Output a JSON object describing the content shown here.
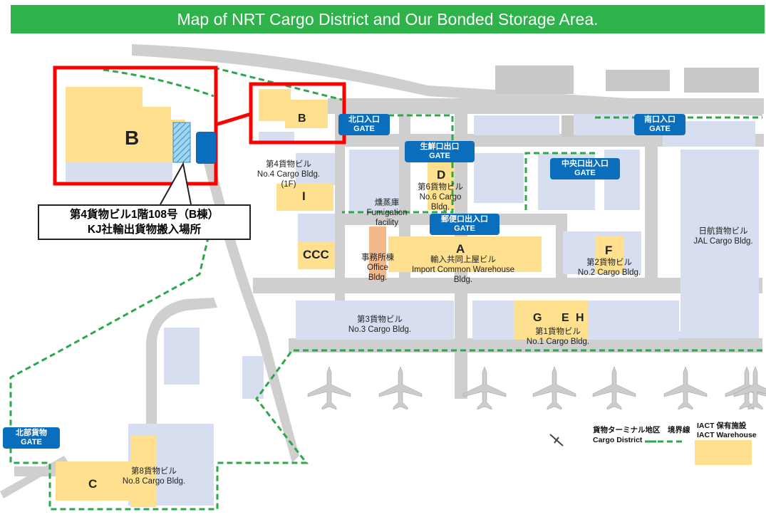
{
  "title": "Map of NRT Cargo District and Our Bonded Storage Area.",
  "colors": {
    "banner": "#2db34a",
    "bonded": "#ffe08e",
    "building": "#d7def0",
    "road": "#cfcfcf",
    "gate": "#0a6ebd",
    "highlight": "#ff0000",
    "district_line": "#2aa84a"
  },
  "callout": {
    "line1": "第4貨物ビル1階108号（B棟）",
    "line2": "KJ社輸出貨物搬入場所"
  },
  "inset": {
    "label": "B"
  },
  "buildings": {
    "b": {
      "label": "B"
    },
    "no4": {
      "jp": "第4貨物ビル",
      "en": "No.4 Cargo Bldg.",
      "floor": "(1F)",
      "letter": "I"
    },
    "ccc": {
      "label": "CCC"
    },
    "fumigation": {
      "jp": "燻蒸庫",
      "en1": "Fumigation",
      "en2": "facility"
    },
    "office": {
      "jp": "事務所棟",
      "en1": "Office",
      "en2": "Bldg."
    },
    "no6": {
      "letter": "D",
      "jp": "第6貨物ビル",
      "en1": "No.6 Cargo",
      "en2": "Bldg."
    },
    "import": {
      "letter": "A",
      "jp": "輸入共同上屋ビル",
      "en1": "Import Common Warehouse",
      "en2": "Bldg."
    },
    "no2": {
      "letter": "F",
      "jp": "第2貨物ビル",
      "en": "No.2 Cargo Bldg."
    },
    "jal": {
      "jp": "日航貨物ビル",
      "en": "JAL Cargo Bldg."
    },
    "no3": {
      "jp": "第3貨物ビル",
      "en": "No.3 Cargo Bldg."
    },
    "no1": {
      "g": "G",
      "e": "E",
      "h": "H",
      "jp": "第1貨物ビル",
      "en": "No.1 Cargo Bldg."
    },
    "no8": {
      "jp": "第8貨物ビル",
      "en": "No.8 Cargo Bldg.",
      "letter": "C"
    }
  },
  "gates": {
    "north": {
      "jp": "北口入口",
      "en": "GATE"
    },
    "fresh": {
      "jp": "生鮮口出口",
      "en": "GATE"
    },
    "post": {
      "jp": "郵便口出入口",
      "en": "GATE"
    },
    "central": {
      "jp": "中央口出入口",
      "en": "GATE"
    },
    "south": {
      "jp": "南口入口",
      "en": "GATE"
    },
    "northcargo": {
      "jp": "北部貨物",
      "en": "GATE"
    }
  },
  "legend": {
    "district_jp": "貨物ターミナル地区　境界線",
    "district_en": "Cargo District",
    "iact_jp": "IACT 保有施設",
    "iact_en": "IACT Warehouse"
  },
  "airplanes": {
    "count": 8
  }
}
